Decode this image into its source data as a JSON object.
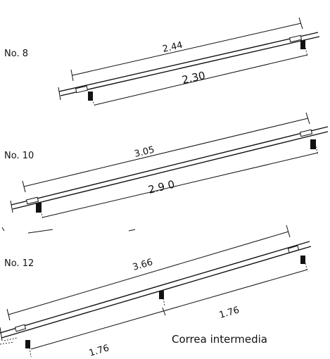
{
  "diagrams": [
    {
      "name": "No. 8",
      "total_length": "2.44",
      "clear_span": "2.30"
    },
    {
      "name": "No. 10",
      "total_length": "3.05",
      "clear_span": "2.9 0"
    },
    {
      "name": "No. 12",
      "total_length": "3.66",
      "half_span_left": "1.76",
      "half_span_right": "1.76",
      "note": "Correa intermedia"
    }
  ]
}
